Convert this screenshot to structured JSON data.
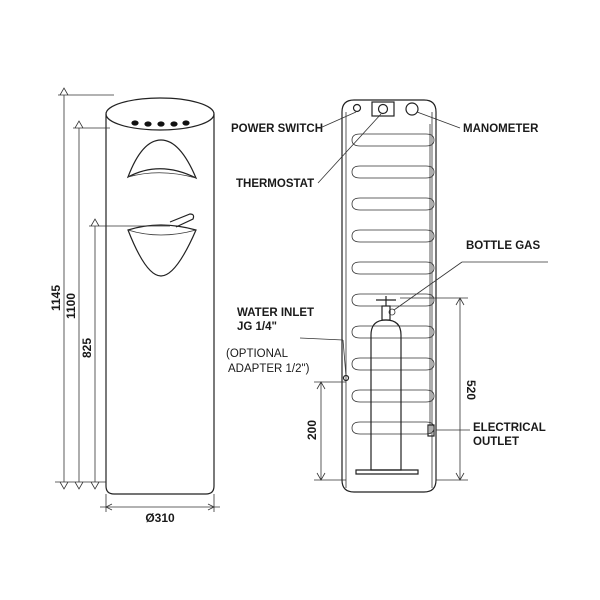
{
  "dimensions": {
    "total_height": "1145",
    "body_height": "1100",
    "tap_height": "825",
    "diameter": "Ø310",
    "inlet_height": "200",
    "bottle_height": "520"
  },
  "callouts": {
    "power_switch": "POWER SWITCH",
    "thermostat": "THERMOSTAT",
    "manometer": "MANOMETER",
    "bottle_gas": "BOTTLE GAS",
    "water_inlet_line1": "WATER INLET",
    "water_inlet_line2": "JG 1/4\"",
    "optional_line1": "(OPTIONAL",
    "optional_line2": "ADAPTER 1/2\")",
    "electrical_line1": "ELECTRICAL",
    "electrical_line2": "OUTLET"
  }
}
